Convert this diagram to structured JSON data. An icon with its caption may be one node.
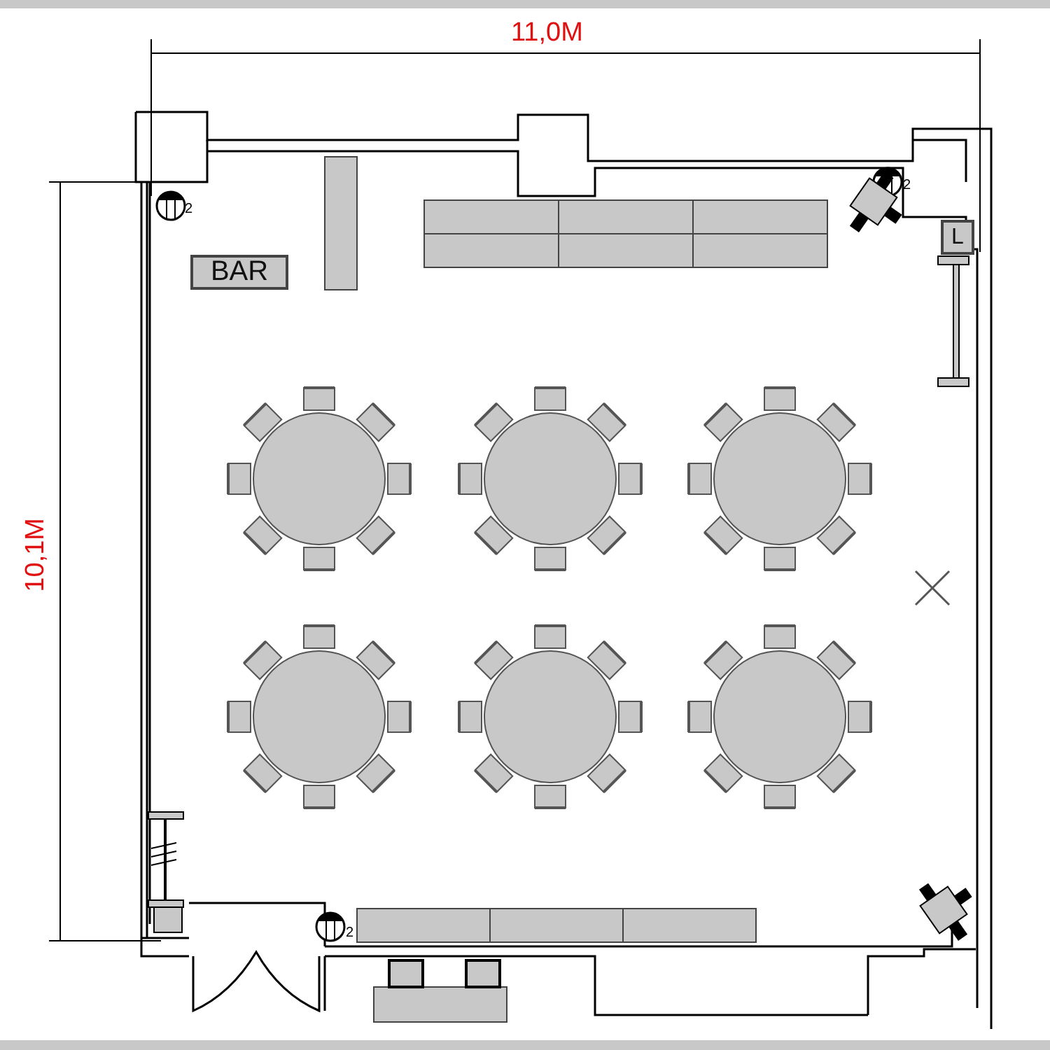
{
  "diagram": {
    "nodes": [
      {
        "text": [
          "BAR"
        ]
      },
      {
        "text": [
          "L"
        ]
      }
    ],
    "labels": [
      "11,0M",
      "2",
      "2",
      "10,1M",
      "2"
    ]
  }
}
